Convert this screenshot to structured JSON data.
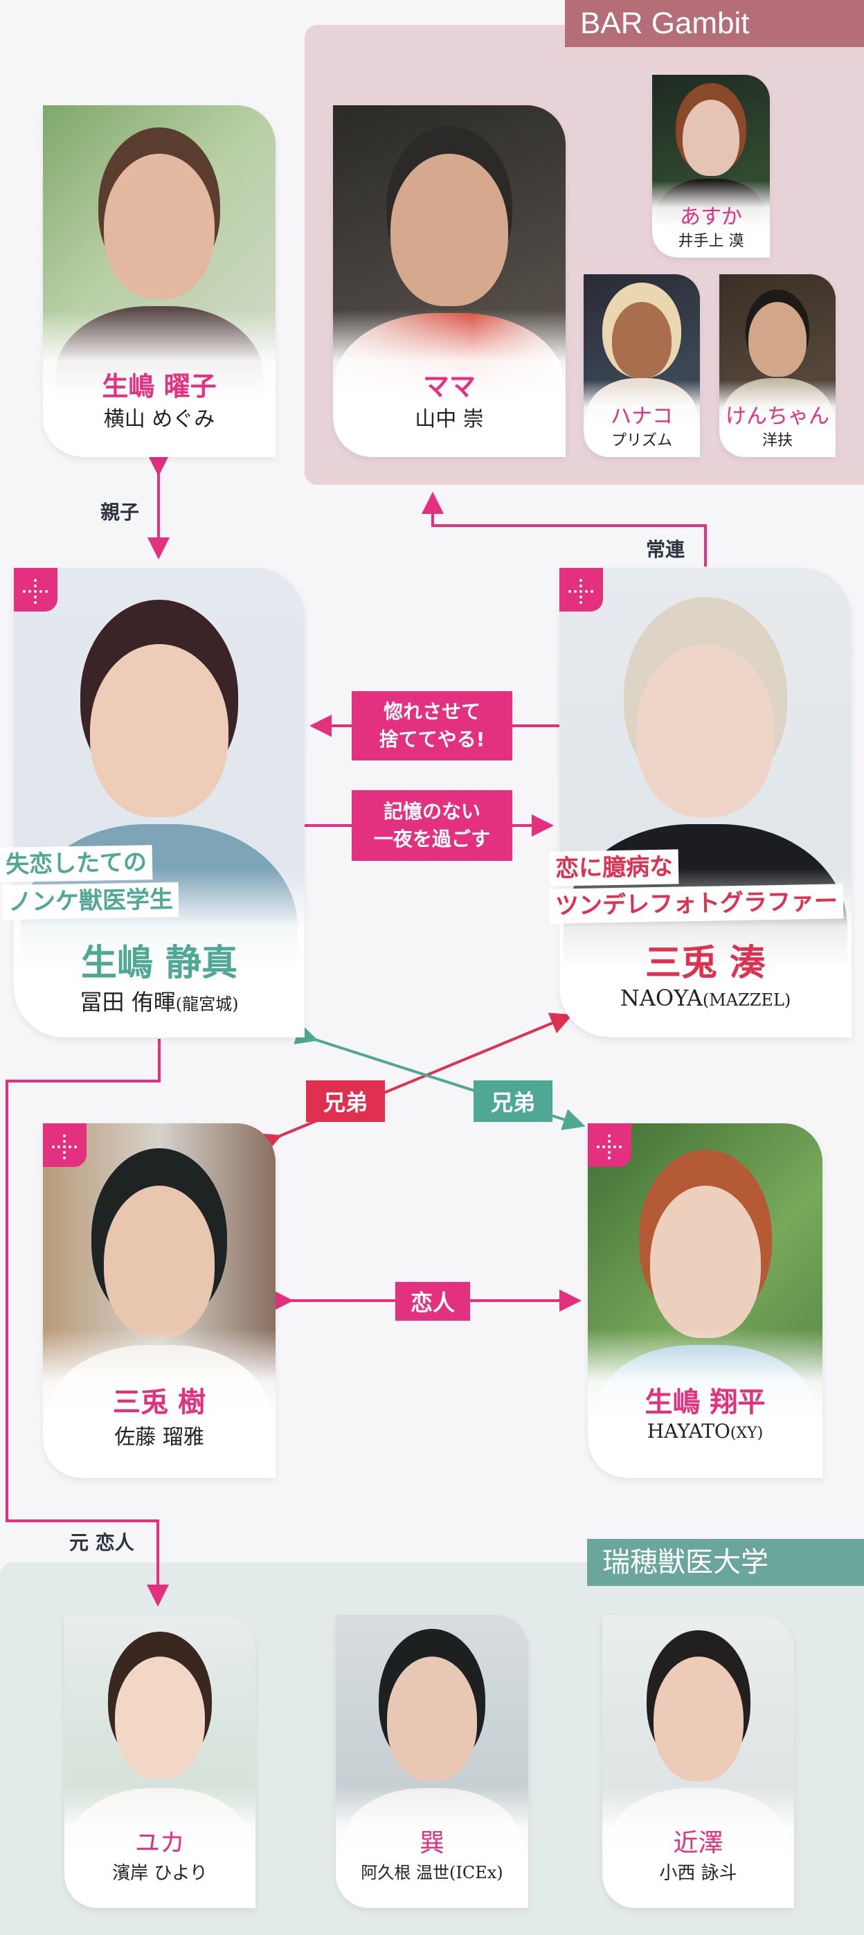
{
  "groups": {
    "bar": {
      "label": "BAR Gambit",
      "color": "#b56d78",
      "panel_color": "#e8d3d8"
    },
    "university": {
      "label": "瑞穂獣医大学",
      "color": "#6aa69b",
      "panel_color": "#e2ebe9"
    }
  },
  "colors": {
    "accent_pink": "#e3307f",
    "accent_red": "#e0304f",
    "accent_teal": "#4fa894",
    "background": "#f6f6f8"
  },
  "characters": {
    "yoko": {
      "role": "生嶋 曜子",
      "actor": "横山 めぐみ"
    },
    "mama": {
      "role": "ママ",
      "actor": "山中 崇"
    },
    "asuka": {
      "role": "あすか",
      "actor": "井手上 漠"
    },
    "hanako": {
      "role": "ハナコ",
      "actor": "プリズム"
    },
    "kenchan": {
      "role": "けんちゃん",
      "actor": "洋扶"
    },
    "shizuma": {
      "role": "生嶋 静真",
      "actor": "冨田 侑暉",
      "actor_group": "(龍宮城)",
      "tagline": [
        "失恋したての",
        "ノンケ獣医学生"
      ]
    },
    "minato": {
      "role": "三兎 湊",
      "actor": "NAOYA",
      "actor_group": "(MAZZEL)",
      "tagline": [
        "恋に臆病な",
        "ツンデレフォトグラファー"
      ]
    },
    "itsuki": {
      "role": "三兎 樹",
      "actor": "佐藤 瑠雅"
    },
    "shohei": {
      "role": "生嶋 翔平",
      "actor": "HAYATO",
      "actor_group": "(XY)"
    },
    "yuka": {
      "role": "ユカ",
      "actor": "濱岸 ひより"
    },
    "tatsumi": {
      "role": "巽",
      "actor": "阿久根 温世(ICEx)"
    },
    "konzawa": {
      "role": "近澤",
      "actor": "小西 詠斗"
    }
  },
  "relations": {
    "parent_child": "親子",
    "regular": "常連",
    "make_fall": [
      "惚れさせて",
      "捨ててやる!"
    ],
    "one_night": [
      "記憶のない",
      "一夜を過ごす"
    ],
    "brothers_red": "兄弟",
    "brothers_teal": "兄弟",
    "lovers": "恋人",
    "ex_lovers": "元 恋人"
  }
}
